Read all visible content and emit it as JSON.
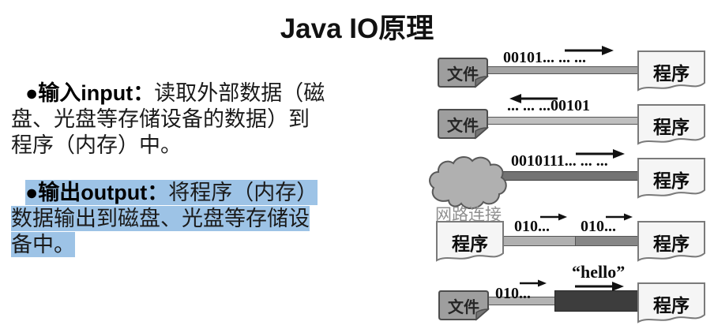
{
  "title": "Java IO原理",
  "colors": {
    "highlight": "#9DC3E6"
  },
  "bullets": {
    "input": {
      "lead": "●输入input：",
      "body": "读取外部数据（磁盘、光盘等存储设备的数据）到程序（内存）中。"
    },
    "output": {
      "lead": "●输出output：",
      "body": "将程序（内存）数据输出到磁盘、光盘等存储设备中。"
    }
  },
  "diagram": {
    "row1": {
      "source": "文件",
      "label": "00101... ... ...",
      "target": "程序"
    },
    "row2": {
      "source": "文件",
      "label": "... ... ...00101",
      "target": "程序"
    },
    "row3": {
      "cloud_label": "网路连接",
      "label": "0010111... ... ...",
      "target": "程序"
    },
    "row4": {
      "source": "程序",
      "label1": "010...",
      "label2": "010...",
      "target": "程序"
    },
    "row5": {
      "source": "文件",
      "label1": "010...",
      "label2": "“hello”",
      "target": "程序"
    }
  }
}
